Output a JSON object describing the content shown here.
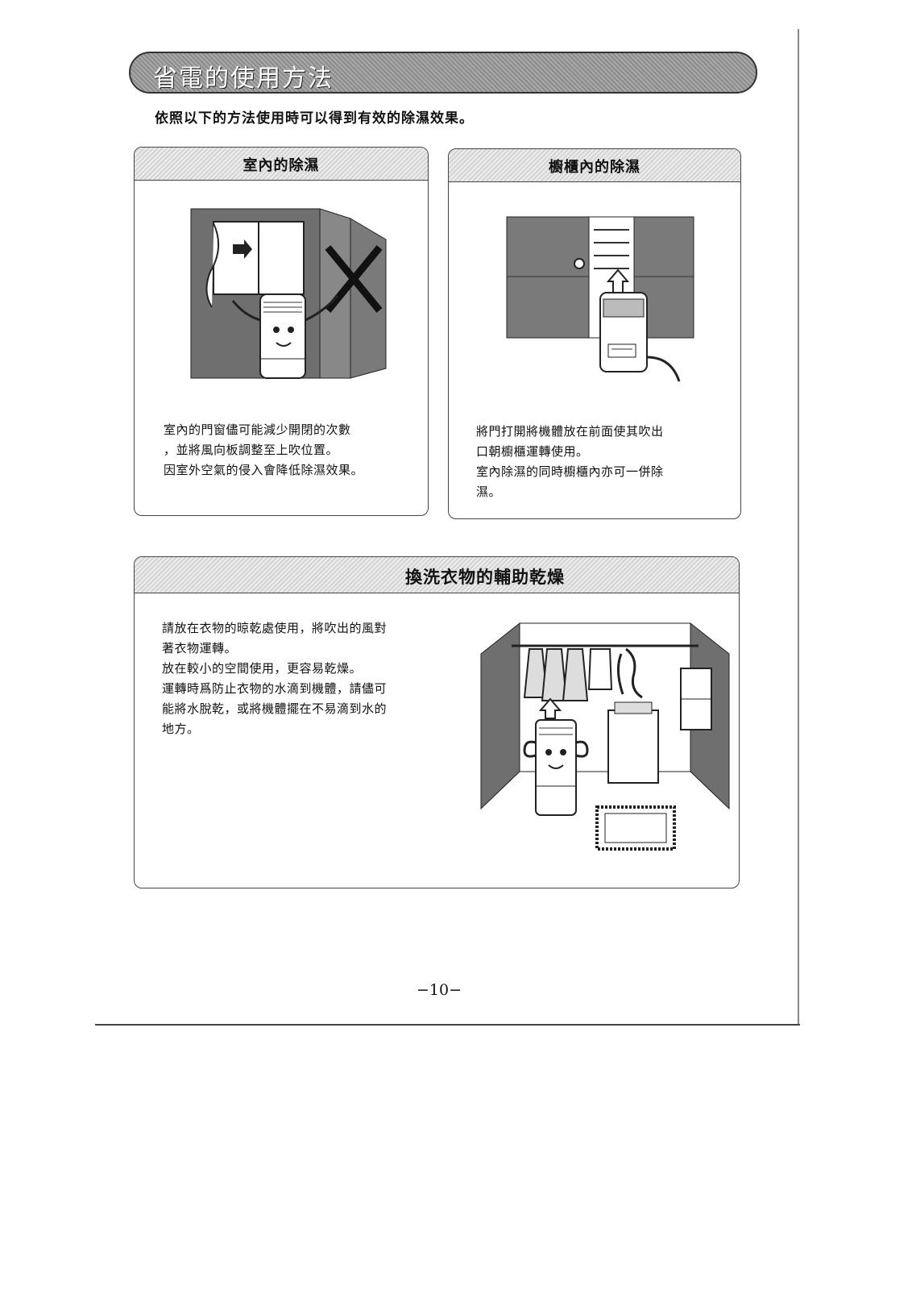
{
  "page_title": "省電的使用方法",
  "intro": "依照以下的方法使用時可以得到有效的除濕效果。",
  "panels": [
    {
      "heading": "室內的除濕",
      "lines": [
        "室內的門窗儘可能減少開閉的次數",
        "，並將風向板調整至上吹位置。",
        "因室外空氣的侵入會降低除濕效果。"
      ]
    },
    {
      "heading": "櫥櫃內的除濕",
      "lines": [
        "將門打開將機體放在前面使其吹出",
        "口朝櫥櫃運轉使用。",
        "室內除濕的同時櫥櫃內亦可一併除",
        "濕。"
      ]
    },
    {
      "heading": "換洗衣物的輔助乾燥",
      "lines": [
        "請放在衣物的晾乾處使用，將吹出的風對",
        "著衣物運轉。",
        "放在較小的空間使用，更容易乾燥。",
        "運轉時爲防止衣物的水滴到機體，請儘可",
        "能將水脫乾，或將機體擺在不易滴到水的",
        "地方。"
      ]
    }
  ],
  "page_number": "−10−"
}
